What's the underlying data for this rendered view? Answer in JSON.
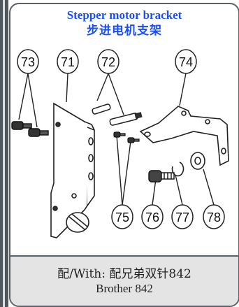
{
  "header": {
    "title_en": "Stepper motor bracket",
    "title_cn": "步进电机支架"
  },
  "parts": {
    "p71": "71",
    "p72": "72",
    "p73": "73",
    "p74": "74",
    "p75": "75",
    "p76": "76",
    "p77": "77",
    "p78": "78"
  },
  "footer": {
    "line1": "配/With: 配兄弟双针842",
    "line2": "Brother 842"
  },
  "colors": {
    "title": "#1a4ef5",
    "frame": "#5b6168",
    "footer_bg": "#e4e4e4"
  }
}
